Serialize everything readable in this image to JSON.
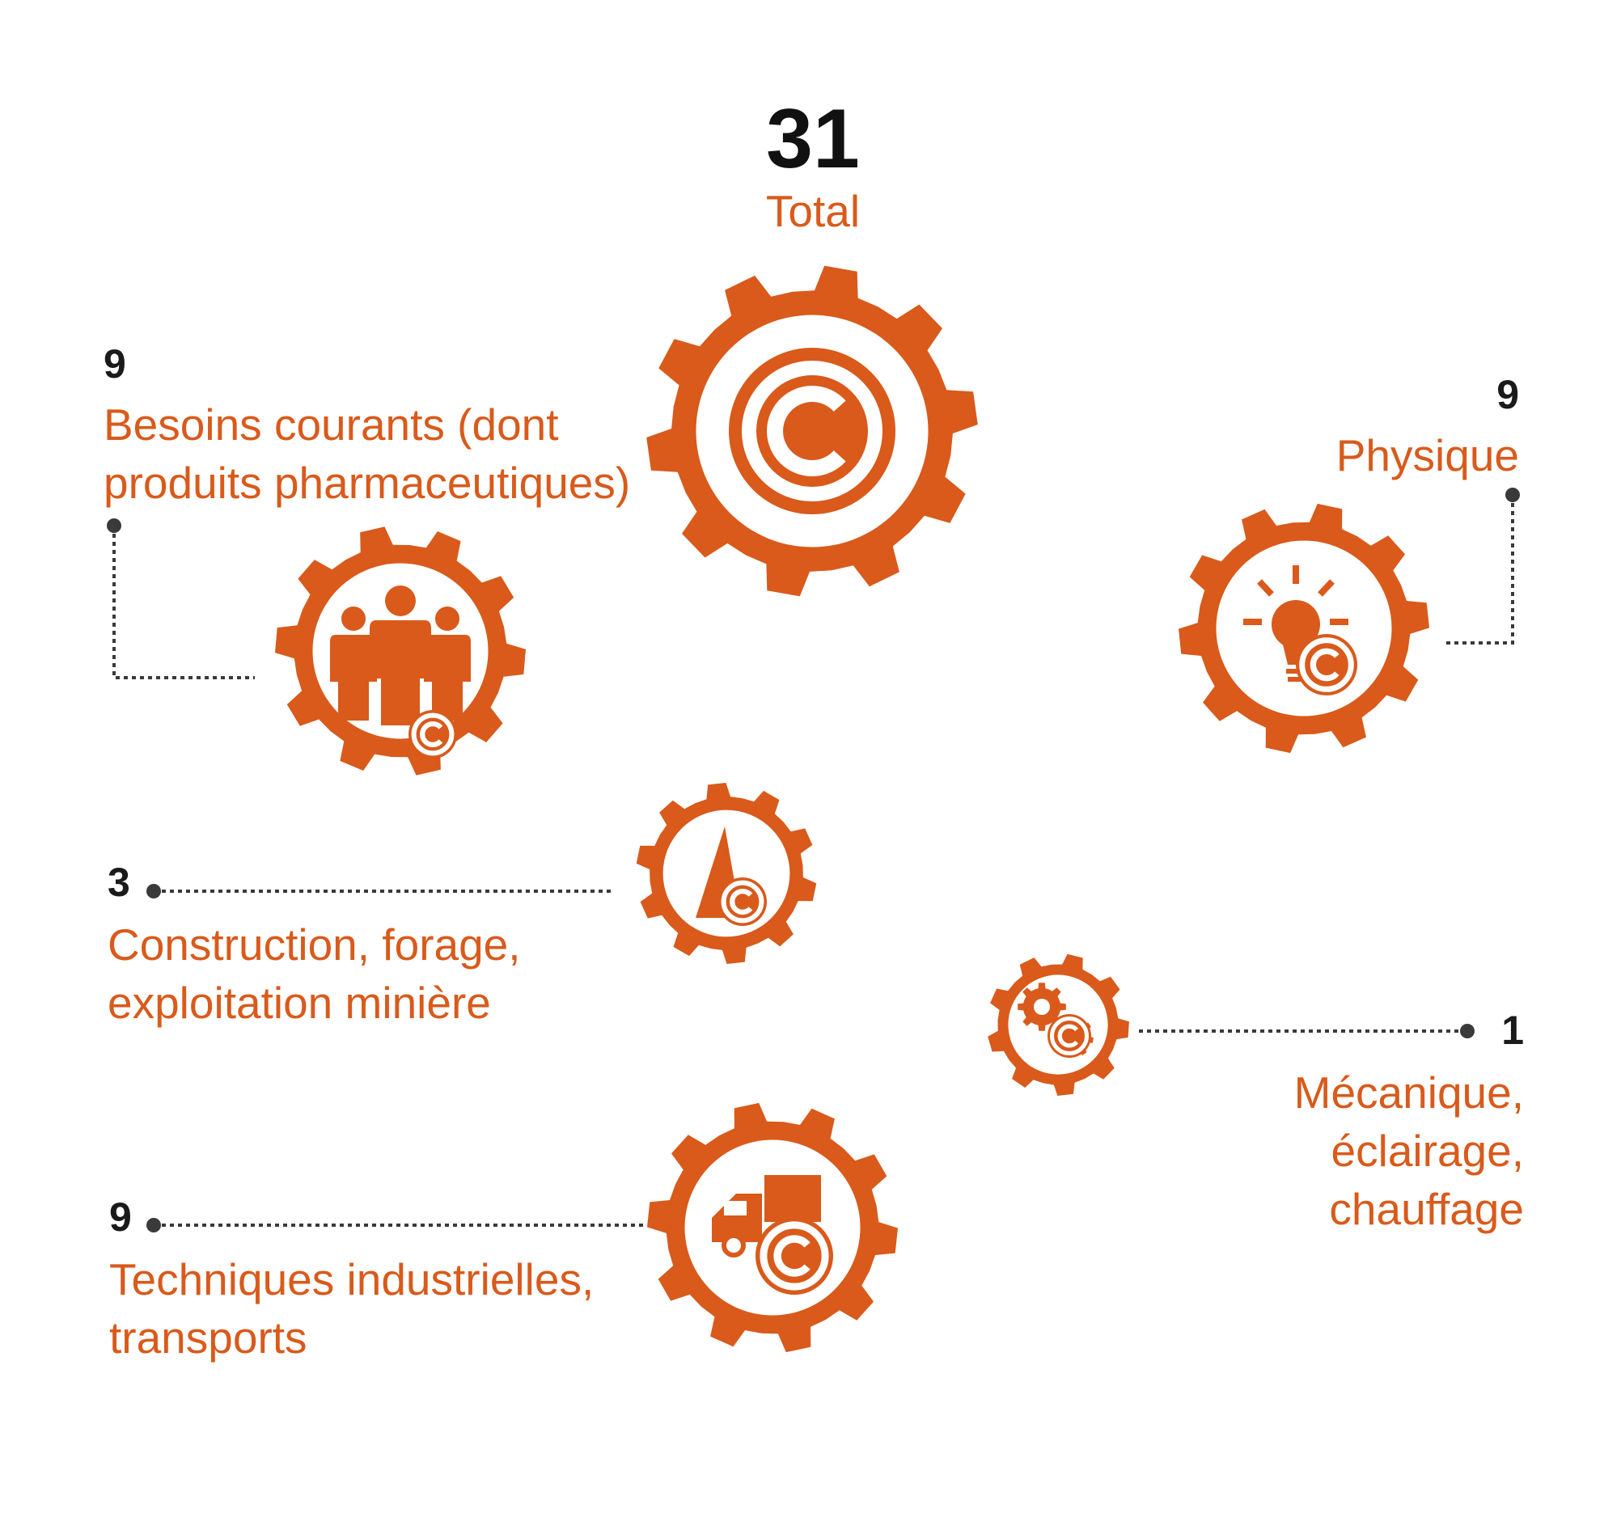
{
  "accent_color": "#d95a1b",
  "line_color": "#3a3a3a",
  "total": {
    "value": "31",
    "label": "Total",
    "icon": "copyright-icon"
  },
  "categories": [
    {
      "id": "besoins",
      "value": "9",
      "label_lines": [
        "Besoins courants (dont",
        "produits pharmaceutiques)"
      ],
      "icon": "people-icon"
    },
    {
      "id": "physique",
      "value": "9",
      "label_lines": [
        "Physique"
      ],
      "icon": "lightbulb-icon"
    },
    {
      "id": "construction",
      "value": "3",
      "label_lines": [
        "Construction, forage,",
        "exploitation minière"
      ],
      "icon": "drill-cone-icon"
    },
    {
      "id": "mecanique",
      "value": "1",
      "label_lines": [
        "Mécanique,",
        "éclairage,",
        "chauffage"
      ],
      "icon": "small-gears-icon"
    },
    {
      "id": "techniques",
      "value": "9",
      "label_lines": [
        "Techniques industrielles,",
        "transports"
      ],
      "icon": "truck-icon"
    }
  ]
}
